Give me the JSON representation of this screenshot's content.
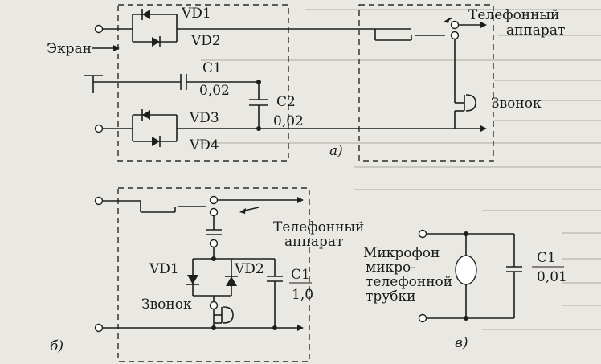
{
  "labels": {
    "vd1_a": "VD1",
    "vd2_a": "VD2",
    "vd3_a": "VD3",
    "vd4_a": "VD4",
    "screen": "Экран",
    "c1_a": "C1",
    "c1_a_val": "0,02",
    "c2_a": "C2",
    "c2_a_val": "0,02",
    "phone_a_1": "Телефонный",
    "phone_a_2": "аппарат",
    "bell_a": "Звонок",
    "fig_a": "а)",
    "phone_b_1": "Телефонный",
    "phone_b_2": "аппарат",
    "vd1_b": "VD1",
    "vd2_b": "VD2",
    "c1_b": "C1",
    "c1_b_val": "1,0",
    "bell_b": "Звонок",
    "fig_b": "б)",
    "mic_1": "Микрофон",
    "mic_2": "микро-",
    "mic_3": "телефонной",
    "mic_4": "трубки",
    "c1_c": "C1",
    "c1_c_val": "0,01",
    "fig_c": "в)"
  }
}
